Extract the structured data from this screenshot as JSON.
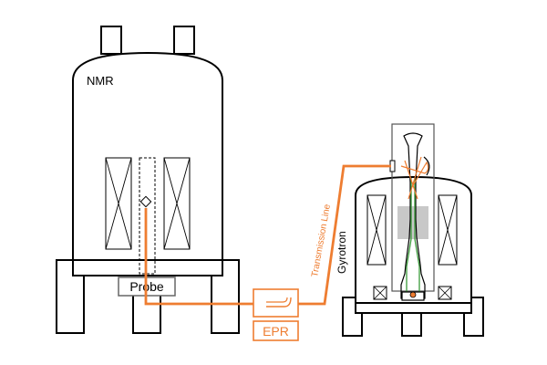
{
  "labels": {
    "nmr": "NMR",
    "probe": "Probe",
    "epr": "EPR",
    "transmission_line": "Transmission Line",
    "gyrotron": "Gyrotron"
  },
  "colors": {
    "outline": "#000000",
    "fill": "#ffffff",
    "orange": "#ee7d31",
    "green": "#3a9a3a",
    "gray_box": "#666666",
    "coil_fill": "#c8c8c8"
  }
}
